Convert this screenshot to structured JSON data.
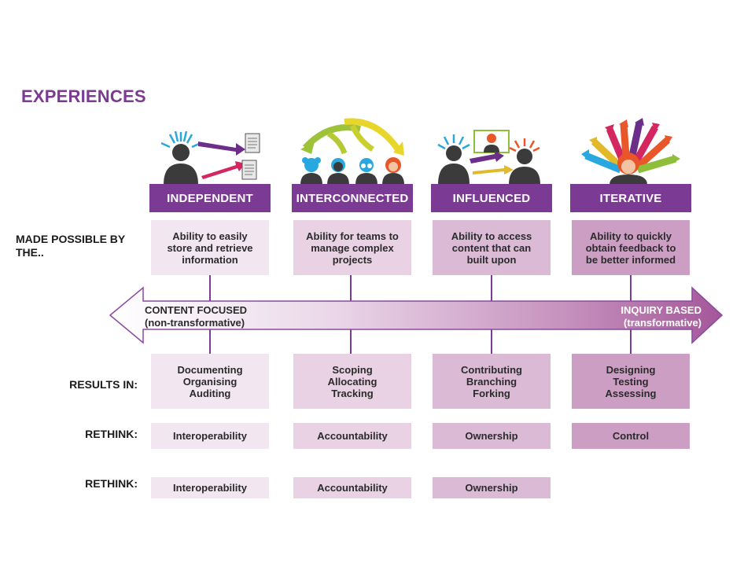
{
  "title": "EXPERIENCES",
  "row_labels": {
    "made_possible": "MADE POSSIBLE BY THE..",
    "results_in": "RESULTS IN:",
    "rethink_1": "RETHINK:",
    "rethink_2": "RETHINK:"
  },
  "columns": [
    {
      "header": "INDEPENDENT",
      "ability": [
        "Ability to easily",
        "store and retrieve",
        "information"
      ],
      "results": [
        "Documenting",
        "Organising",
        "Auditing"
      ],
      "rethink_1": "Interoperability",
      "rethink_2": "Interoperability"
    },
    {
      "header": "INTERCONNECTED",
      "ability": [
        "Ability for teams to",
        "manage complex",
        "projects"
      ],
      "results": [
        "Scoping",
        "Allocating",
        "Tracking"
      ],
      "rethink_1": "Accountability",
      "rethink_2": "Accountability"
    },
    {
      "header": "INFLUENCED",
      "ability": [
        "Ability to access",
        "content that can",
        "built upon"
      ],
      "results": [
        "Contributing",
        "Branching",
        "Forking"
      ],
      "rethink_1": "Ownership",
      "rethink_2": "Ownership"
    },
    {
      "header": "ITERATIVE",
      "ability": [
        "Ability to quickly",
        "obtain feedback to",
        "be better informed"
      ],
      "results": [
        "Designing",
        "Testing",
        "Assessing"
      ],
      "rethink_1": "Control"
    }
  ],
  "arrow": {
    "left_label": "CONTENT FOCUSED",
    "left_sub": "(non-transformative)",
    "right_label": "INQUIRY BASED",
    "right_sub": "(transformative)"
  },
  "colors": {
    "header_purple": "#7b3a93",
    "title_purple": "#7c3a93",
    "box_shades": [
      "#f2e6f1",
      "#e8d2e4",
      "#dbbad6",
      "#cc9ec4"
    ]
  }
}
